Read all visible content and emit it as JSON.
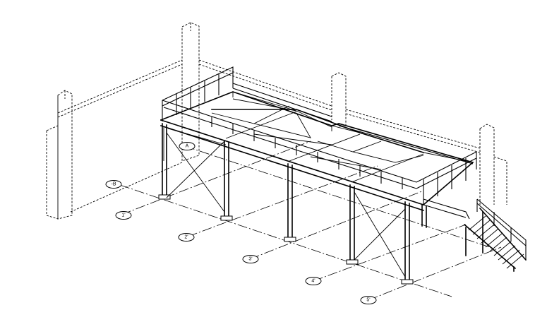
{
  "drawing": {
    "grid_bubbles": [
      {
        "id": "gridline-bubble-a",
        "label": "A"
      },
      {
        "id": "gridline-bubble-b",
        "label": "-B"
      },
      {
        "id": "gridline-bubble-1",
        "label": "1'"
      },
      {
        "id": "gridline-bubble-2",
        "label": "2'"
      },
      {
        "id": "gridline-bubble-3",
        "label": "3'"
      },
      {
        "id": "gridline-bubble-4",
        "label": "4'"
      },
      {
        "id": "gridline-bubble-5",
        "label": "5'"
      }
    ]
  }
}
